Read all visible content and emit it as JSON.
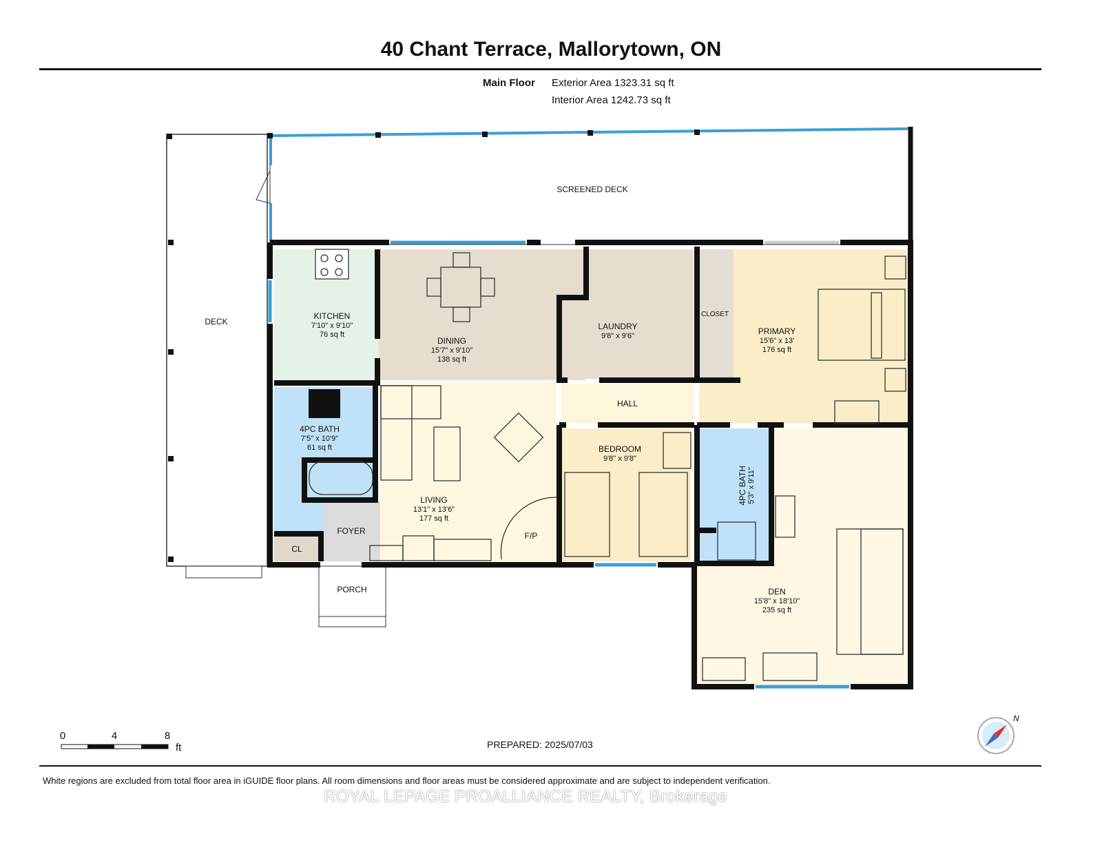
{
  "header": {
    "title": "40 Chant Terrace, Mallorytown, ON",
    "floor_label": "Main Floor",
    "exterior_area": "Exterior Area 1323.31 sq ft",
    "interior_area": "Interior Area 1242.73 sq ft"
  },
  "rooms": {
    "screened_deck": {
      "name": "SCREENED DECK"
    },
    "deck": {
      "name": "DECK"
    },
    "kitchen": {
      "name": "KITCHEN",
      "dims": "7'10\" x 9'10\"",
      "area": "76 sq ft"
    },
    "dining": {
      "name": "DINING",
      "dims": "15'7\" x 9'10\"",
      "area": "138 sq ft"
    },
    "laundry": {
      "name": "LAUNDRY",
      "dims": "9'8\" x 9'6\""
    },
    "closet": {
      "name": "CLOSET"
    },
    "primary": {
      "name": "PRIMARY",
      "dims": "15'6\" x 13'",
      "area": "176 sq ft"
    },
    "hall": {
      "name": "HALL"
    },
    "bath1": {
      "name": "4PC BATH",
      "dims": "7'5\" x 10'9\"",
      "area": "61 sq ft"
    },
    "bedroom": {
      "name": "BEDROOM",
      "dims": "9'8\" x 9'8\""
    },
    "bath2": {
      "name": "4PC BATH",
      "dims": "5'3\" x 9'11\""
    },
    "living": {
      "name": "LIVING",
      "dims": "13'1\" x 13'6\"",
      "area": "177 sq ft"
    },
    "fireplace": {
      "name": "F/P"
    },
    "foyer": {
      "name": "FOYER"
    },
    "cl": {
      "name": "CL"
    },
    "porch": {
      "name": "PORCH"
    },
    "den": {
      "name": "DEN",
      "dims": "15'8\" x 18'10\"",
      "area": "235 sq ft"
    }
  },
  "scale": {
    "ticks": [
      "0",
      "4",
      "8"
    ],
    "unit": "ft"
  },
  "compass": {
    "label": "N"
  },
  "prepared": "PREPARED: 2025/07/03",
  "disclaimer": "White regions are excluded from total floor area in iGUIDE floor plans. All room dimensions and floor areas must be considered approximate and are subject to independent verification.",
  "watermark": "ROYAL LEPAGE PROALLIANCE REALTY, Brokerage",
  "colors": {
    "wall": "#111111",
    "window": "#3a9fd6",
    "bath": "#bfe2f8",
    "bedroom": "#fbedc8",
    "living": "#fdf7e0",
    "dining": "#e7ddcf",
    "kitchen": "#e5f2e8"
  }
}
